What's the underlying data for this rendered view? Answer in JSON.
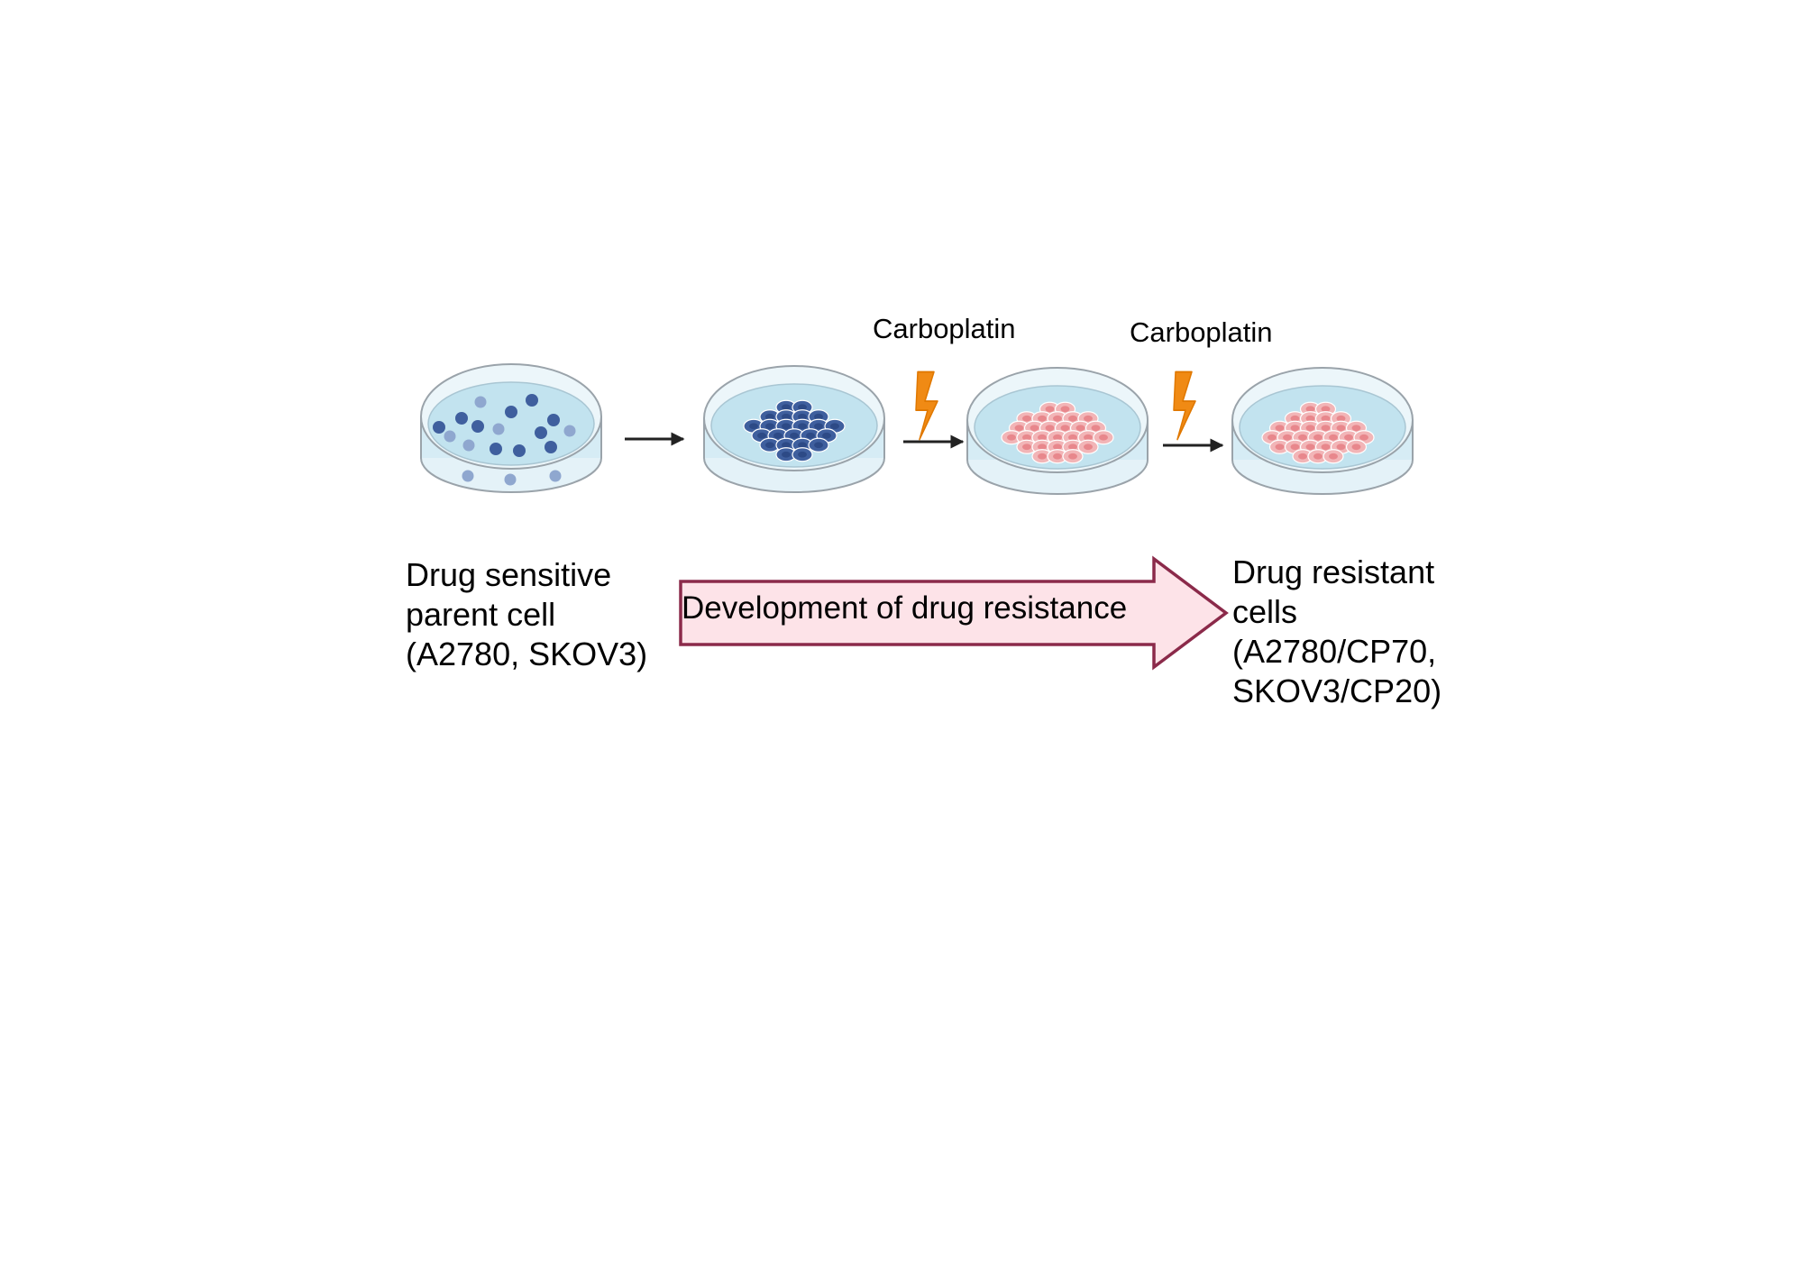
{
  "labels": {
    "carboplatin_1": "Carboplatin",
    "carboplatin_2": "Carboplatin",
    "sensitive": [
      "Drug sensitive",
      "parent cell",
      "(A2780, SKOV3)"
    ],
    "resistant": [
      "Drug resistant",
      "cells",
      "(A2780/CP70,",
      "SKOV3/CP20)"
    ],
    "big_arrow": "Development of drug resistance"
  },
  "colors": {
    "dish_rim": "#9aa3aa",
    "dish_fill": "#d6ecf5",
    "medium": "#c2e3ef",
    "sensitive_cell_dark": "#3f5f9e",
    "sensitive_cell_light": "#8fa7cf",
    "resistant_cell": "#f2b5b7",
    "resistant_cell_core": "#e8878c",
    "lightning": "#f08a14",
    "big_arrow_fill": "#fde3e8",
    "big_arrow_stroke": "#8b2a4a",
    "small_arrow": "#222222"
  },
  "icons": {
    "dish_1": "petri-dish-icon",
    "dish_2": "petri-dish-icon",
    "dish_3": "petri-dish-icon",
    "dish_4": "petri-dish-icon",
    "treatment": "lightning-bolt-icon"
  }
}
